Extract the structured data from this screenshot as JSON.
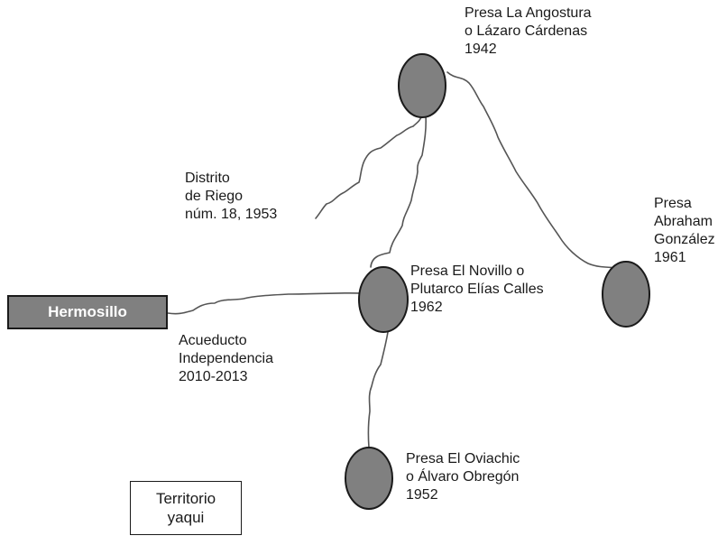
{
  "colors": {
    "dam_fill": "#808080",
    "outline": "#1a1a1a",
    "river": "#555555"
  },
  "dams": {
    "angostura": "Presa La Angostura\no Lázaro Cárdenas\n1942",
    "abraham": "Presa\nAbraham\nGonzález\n1961",
    "novillo": "Presa El Novillo o\nPlutarco Elías Calles\n1962",
    "oviachic": "Presa El Oviachic\no Álvaro Obregón\n1952"
  },
  "distrito": "Distrito\nde Riego\nnúm. 18, 1953",
  "acueducto": "Acueducto\nIndependencia\n2010-2013",
  "city": "Hermosillo",
  "territorio": "Territorio\nyaqui"
}
